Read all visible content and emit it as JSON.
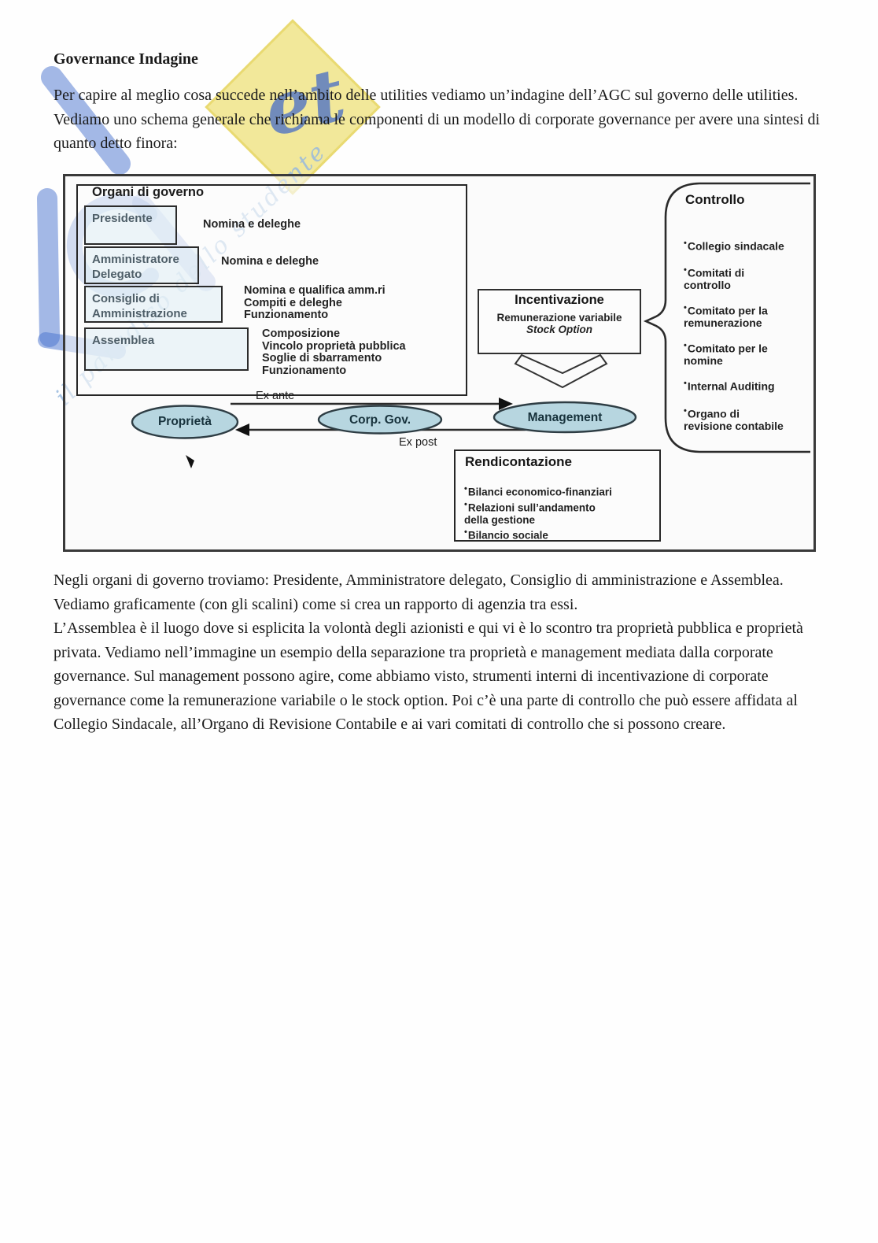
{
  "document": {
    "heading": "Governance Indagine",
    "paragraph_1": "Per capire al meglio cosa succede nell’ambito delle utilities vediamo un’indagine dell’AGC sul governo delle utilities. Vediamo uno schema generale che richiama le componenti di un modello di corporate governance per avere una sintesi di quanto detto finora:",
    "paragraph_2": "Negli organi di governo troviamo: Presidente, Amministratore delegato, Consiglio di amministrazione e Assemblea. Vediamo graficamente (con gli scalini) come si crea un rapporto di agenzia tra essi.\nL’Assemblea è il luogo dove si esplicita la volontà degli azionisti e qui vi è lo scontro tra proprietà pubblica e proprietà privata. Vediamo nell’immagine un esempio della separazione tra proprietà e management mediata dalla corporate governance. Sul management possono agire, come abbiamo visto, strumenti interni di incentivazione di corporate governance come la remunerazione variabile o le stock option. Poi c’è una parte di controllo che può essere affidata al Collegio Sindacale, all’Organo di Revisione Contabile e ai vari comitati di controllo che si possono creare."
  },
  "diagram": {
    "organi_title": "Organi di governo",
    "boxes": {
      "presidente": "Presidente",
      "amministratore_delegato": "Amministratore\nDelegato",
      "consiglio": "Consiglio di\nAmministrazione",
      "assemblea": "Assemblea"
    },
    "annotations": {
      "presidente": "Nomina e deleghe",
      "amministratore_delegato": "Nomina e deleghe",
      "consiglio": "Nomina e qualifica amm.ri\nCompiti e deleghe\nFunzionamento",
      "assemblea": "Composizione\nVincolo proprietà pubblica\nSoglie di sbarramento\nFunzionamento"
    },
    "incentivazione": {
      "title": "Incentivazione",
      "line1": "Remunerazione variabile",
      "line2": "Stock Option"
    },
    "controllo": {
      "title": "Controllo",
      "items": [
        "Collegio sindacale",
        "Comitati di\ncontrollo",
        "Comitato per la\nremunerazione",
        "Comitato per le\nnomine",
        "Internal Auditing",
        "Organo di\nrevisione contabile"
      ]
    },
    "rendicontazione": {
      "title": "Rendicontazione",
      "items": [
        "Bilanci economico-finanziari",
        "Relazioni sull’andamento\ndella gestione",
        "Bilancio sociale"
      ]
    },
    "flow": {
      "proprieta": "Proprietà",
      "corp_gov": "Corp. Gov.",
      "management": "Management",
      "ex_ante": "Ex ante",
      "ex_post": "Ex post"
    },
    "colors": {
      "ellipse_fill": "#b7d6e0",
      "box_fill": "#e3eef5",
      "line": "#2b2b2b"
    }
  },
  "watermark": {
    "slogan": "il paradiso dello studente",
    "badge_text": "et",
    "accent_blue": "#4a74d2",
    "accent_yellow": "#f2e89a"
  }
}
